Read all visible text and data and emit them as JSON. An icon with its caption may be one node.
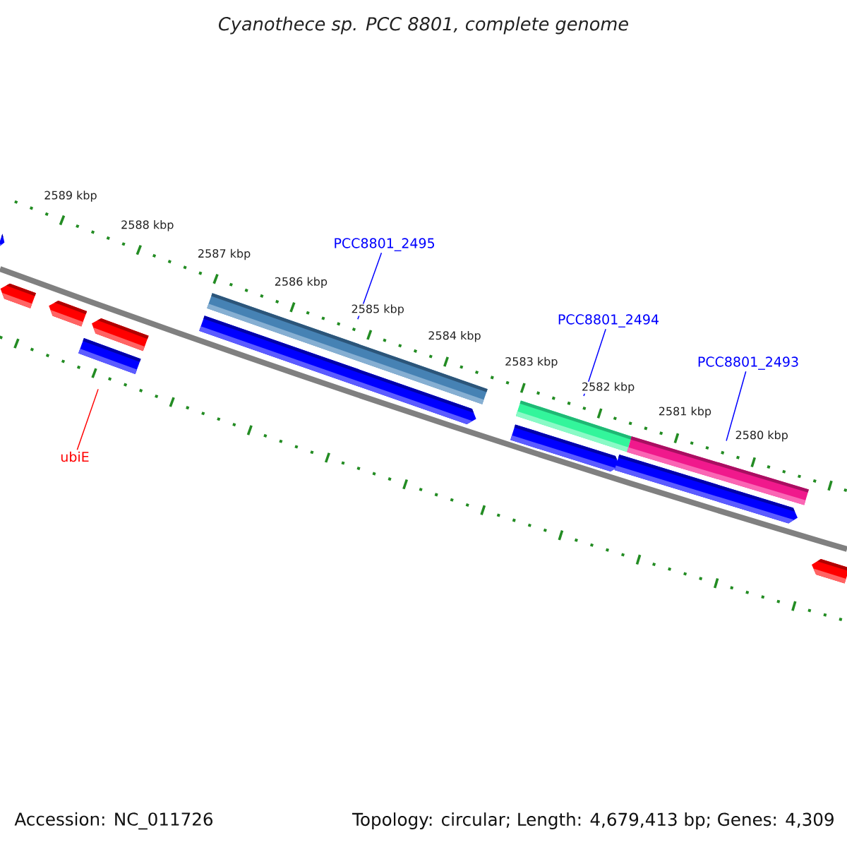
{
  "diagram": {
    "title": "Cyanothece sp. PCC 8801, complete genome",
    "nodes": [
      {
        "text": [
          "PCC8801_2495"
        ]
      },
      {
        "text": [
          "PCC8801_2494"
        ]
      },
      {
        "text": [
          "PCC8801_2493"
        ]
      },
      {
        "text": [
          "ubiE"
        ]
      },
      {
        "text": [],
        "shape": "bar"
      },
      {
        "text": [],
        "shape": "bar"
      },
      {
        "text": [],
        "shape": "bar"
      },
      {
        "text": [],
        "shape": "bar"
      },
      {
        "text": [],
        "shape": "bar"
      },
      {
        "text": [],
        "shape": "bar"
      },
      {
        "text": [],
        "shape": "bar"
      },
      {
        "text": [],
        "shape": "bar"
      },
      {
        "text": [],
        "shape": "bar"
      },
      {
        "text": [],
        "shape": "bar"
      },
      {
        "text": [],
        "shape": "bar"
      },
      {
        "text": [],
        "shape": "bar"
      }
    ],
    "edges": [
      {
        "from": 0,
        "to": 9,
        "arrow": "none"
      },
      {
        "from": 1,
        "to": 11,
        "arrow": "none"
      },
      {
        "from": 2,
        "to": 13,
        "arrow": "none"
      },
      {
        "from": 3,
        "to": 8,
        "arrow": "none",
        "color": "#ff0000"
      }
    ],
    "labels": [
      "2589 kbp",
      "2588 kbp",
      "2587 kbp",
      "2586 kbp",
      "2585 kbp",
      "2584 kbp",
      "2583 kbp",
      "2582 kbp",
      "2581 kbp",
      "2580 kbp",
      "Accession: NC_011726",
      "Topology: circular; Length: 4,679,413 bp; Genes: 4,309"
    ]
  }
}
